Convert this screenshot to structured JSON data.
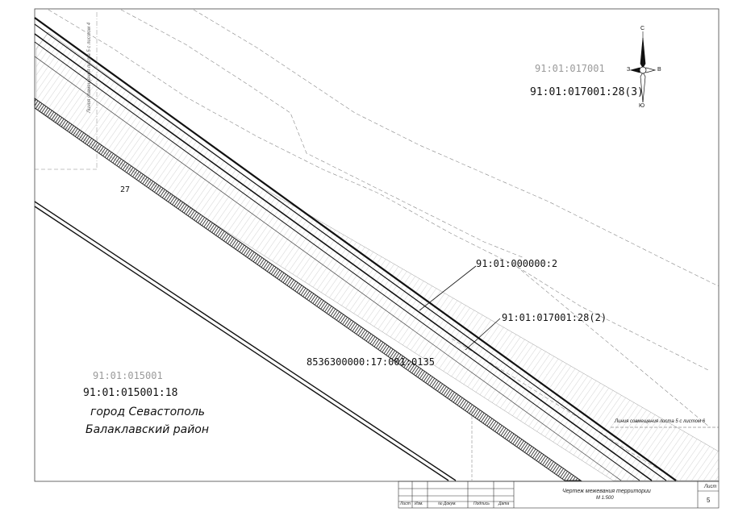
{
  "quarters": {
    "top_right": "91:01:017001",
    "bottom_left": "91:01:015001"
  },
  "parcels": {
    "top_right": "91:01:017001:28(3)",
    "road_centre": "91:01:000000:2",
    "road_edge": "91:01:017001:28(2)",
    "road_lower": "8536300000:17:001:0135",
    "bottom_left": "91:01:015001:18",
    "point_number": "27"
  },
  "territory": {
    "city": "город Севастополь",
    "district": "Балаклавский район"
  },
  "match_lines": {
    "right": "Линия совмещения листа 5 с листом 6",
    "left": "Линия совмещения листа 5 с листом 4"
  },
  "compass": {
    "north": "С",
    "south": "Ю",
    "west": "З",
    "east": "В"
  },
  "title_block": {
    "columns": [
      "Лист",
      "Изм.",
      "№ Докум.",
      "Подпись",
      "Дата"
    ],
    "title": "Чертеж межевания территории",
    "scale": "М 1:500",
    "sheet_label": "Лист",
    "sheet_number": "5"
  }
}
